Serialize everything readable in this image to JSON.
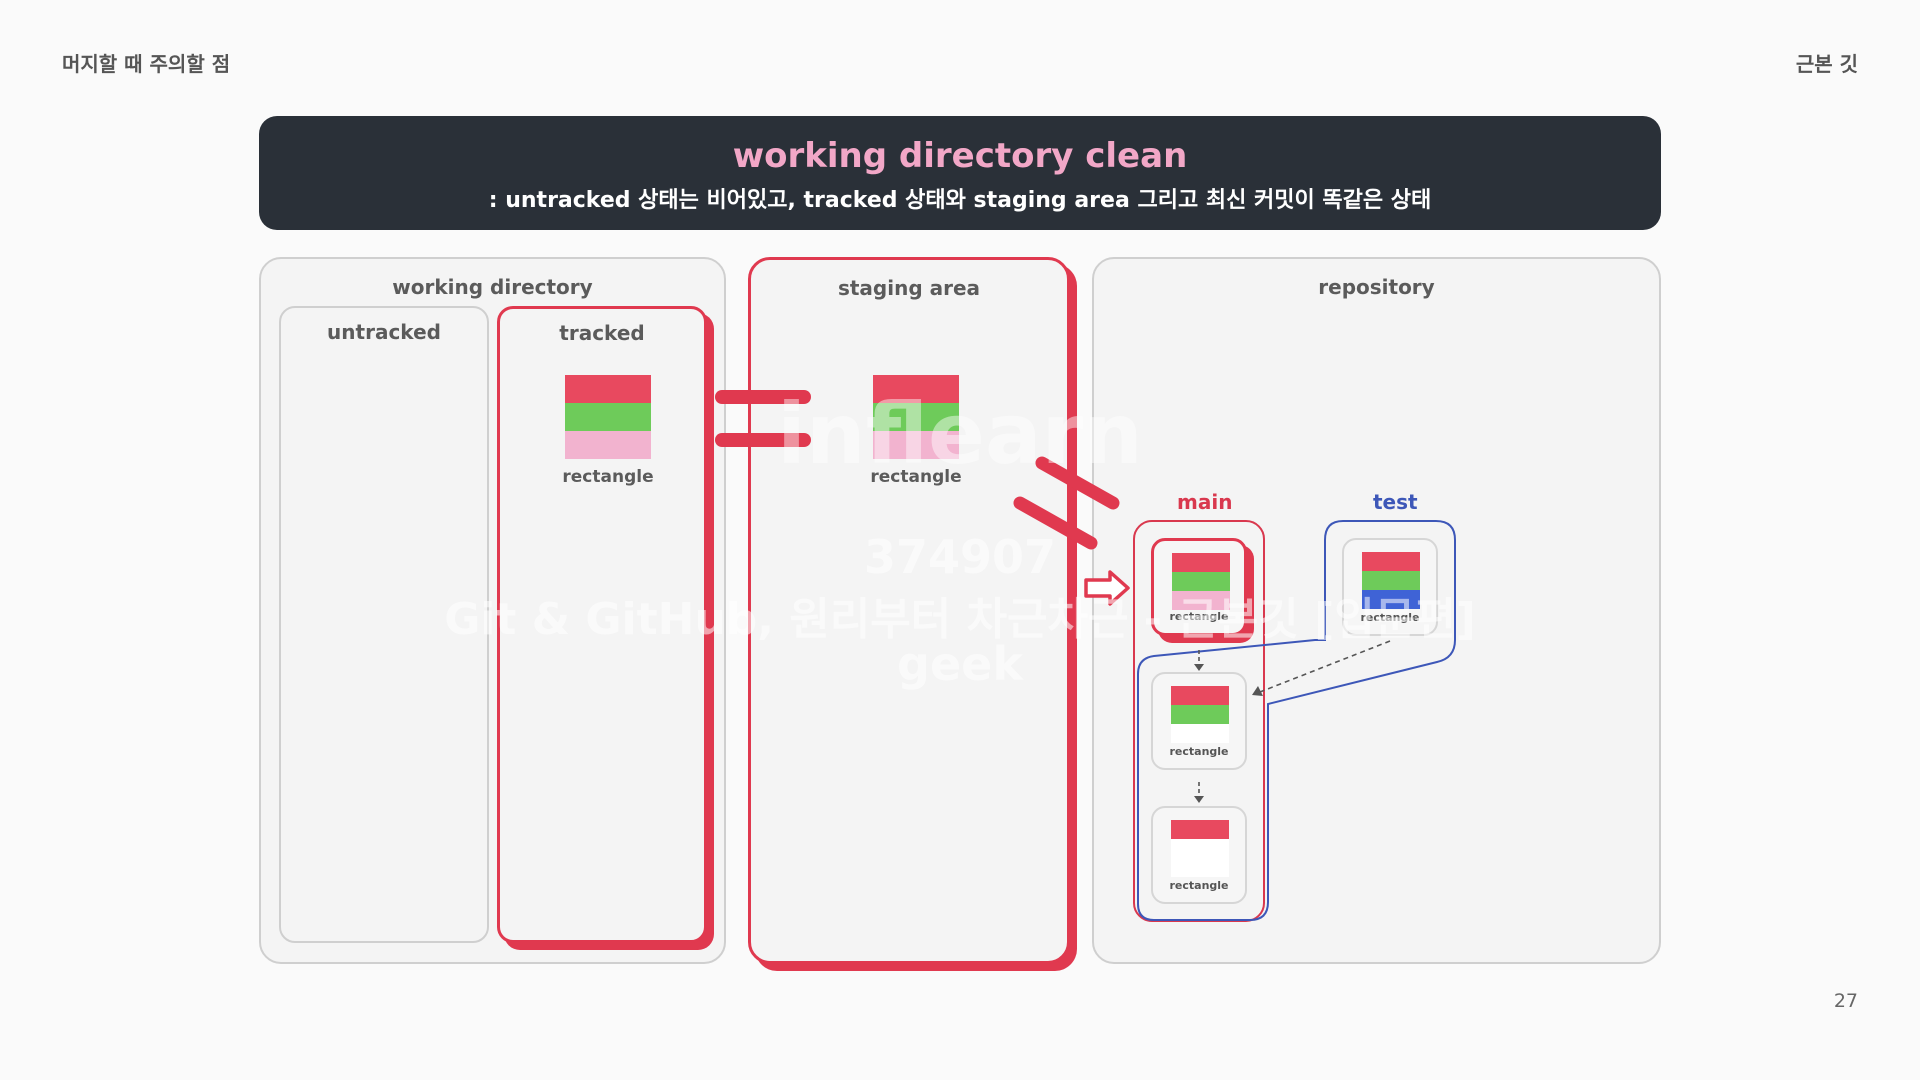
{
  "header": {
    "left": "머지할 때 주의할 점",
    "right": "근본 깃"
  },
  "page_number": "27",
  "banner": {
    "title": "working directory clean",
    "subtitle": ": untracked 상태는 비어있고, tracked 상태와 staging area 그리고 최신 커밋이 똑같은 상태"
  },
  "panels": {
    "working_directory": "working directory",
    "untracked": "untracked",
    "tracked": "tracked",
    "staging_area": "staging area",
    "repository": "repository"
  },
  "files": {
    "tracked_label": "rectangle",
    "staging_label": "rectangle"
  },
  "branches": {
    "main": {
      "label": "main",
      "color": "#d9384e"
    },
    "test": {
      "label": "test",
      "color": "#3d57b8"
    }
  },
  "commits": {
    "label": "rectangle"
  },
  "colors": {
    "red": "#e8495f",
    "green": "#6ecb5a",
    "pink": "#f2b3cf",
    "blue": "#3f63d6",
    "accent_red": "#e0394f"
  },
  "watermark": {
    "logo": "inflearn",
    "code": "374907",
    "course": "Git & GitHub, 원리부터 차근차근 - 근본깃 [입문편]",
    "user": "geek"
  }
}
